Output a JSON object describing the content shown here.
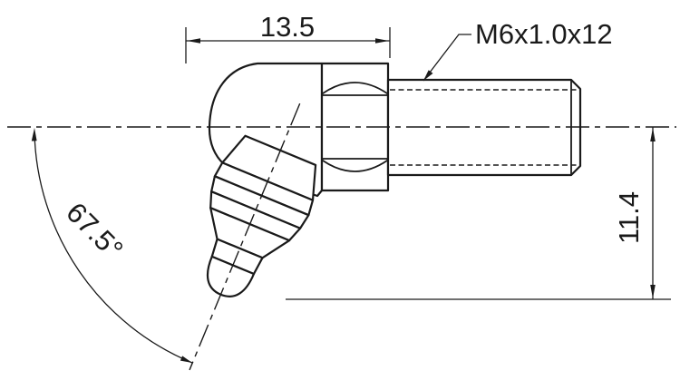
{
  "sheet": {
    "background": "#ffffff",
    "line_color": "#1a1a1a"
  },
  "dimensions": {
    "width_label": "13.5",
    "height_label": "11.4",
    "angle_label": "67.5°",
    "thread_callout": "M6x1.0x12"
  }
}
